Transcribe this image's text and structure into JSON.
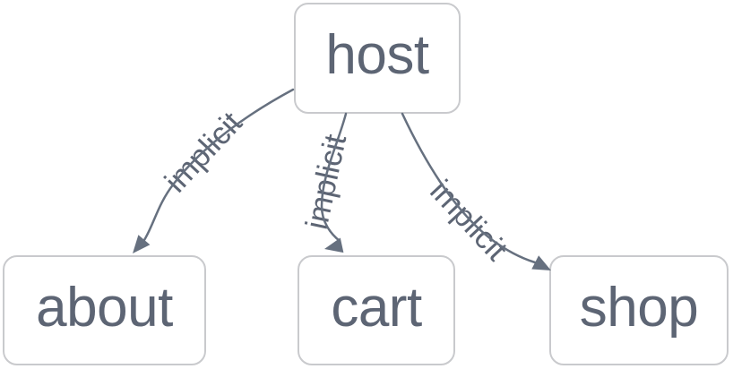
{
  "diagram": {
    "type": "flowchart",
    "orientation": "top-down",
    "nodes": [
      {
        "id": "host",
        "label": "host"
      },
      {
        "id": "about",
        "label": "about"
      },
      {
        "id": "cart",
        "label": "cart"
      },
      {
        "id": "shop",
        "label": "shop"
      }
    ],
    "edges": [
      {
        "from": "host",
        "to": "about",
        "label": "implicit"
      },
      {
        "from": "host",
        "to": "cart",
        "label": "implicit"
      },
      {
        "from": "host",
        "to": "shop",
        "label": "implicit"
      }
    ],
    "colors": {
      "background": "#ffffff",
      "node_fill": "#ffffff",
      "node_border": "#c9cacd",
      "text": "#5d6574",
      "edge": "#66707f"
    }
  }
}
